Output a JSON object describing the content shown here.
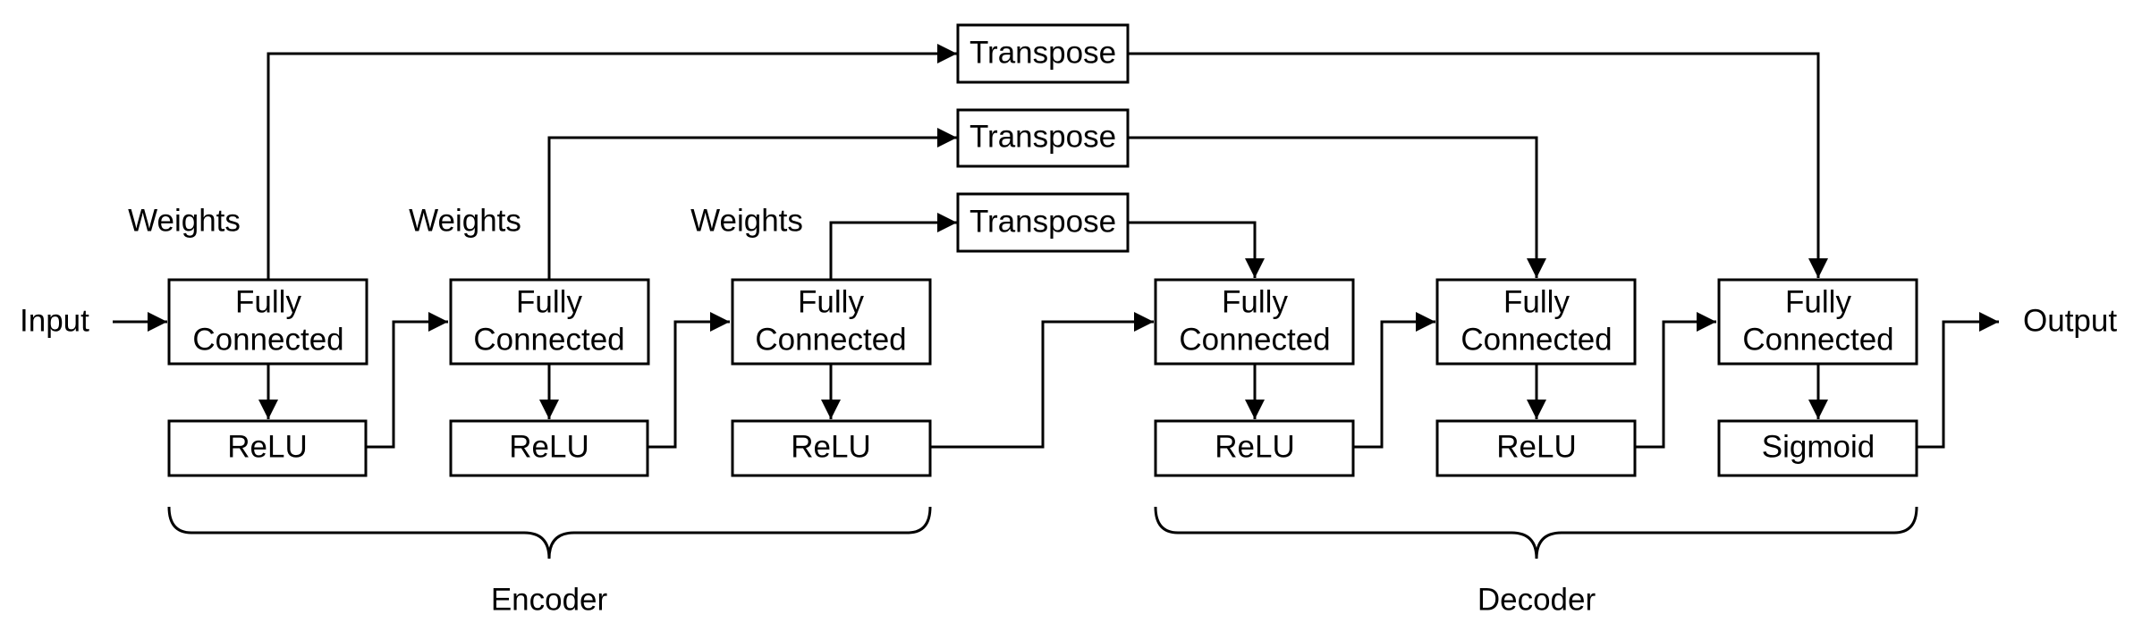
{
  "labels": {
    "input": "Input",
    "output": "Output",
    "weights": "Weights",
    "encoder": "Encoder",
    "decoder": "Decoder"
  },
  "encoder": [
    {
      "fc": [
        "Fully",
        "Connected"
      ],
      "activation": "ReLU"
    },
    {
      "fc": [
        "Fully",
        "Connected"
      ],
      "activation": "ReLU"
    },
    {
      "fc": [
        "Fully",
        "Connected"
      ],
      "activation": "ReLU"
    }
  ],
  "decoder": [
    {
      "fc": [
        "Fully",
        "Connected"
      ],
      "activation": "ReLU"
    },
    {
      "fc": [
        "Fully",
        "Connected"
      ],
      "activation": "ReLU"
    },
    {
      "fc": [
        "Fully",
        "Connected"
      ],
      "activation": "Sigmoid"
    }
  ],
  "transpose": [
    "Transpose",
    "Transpose",
    "Transpose"
  ]
}
